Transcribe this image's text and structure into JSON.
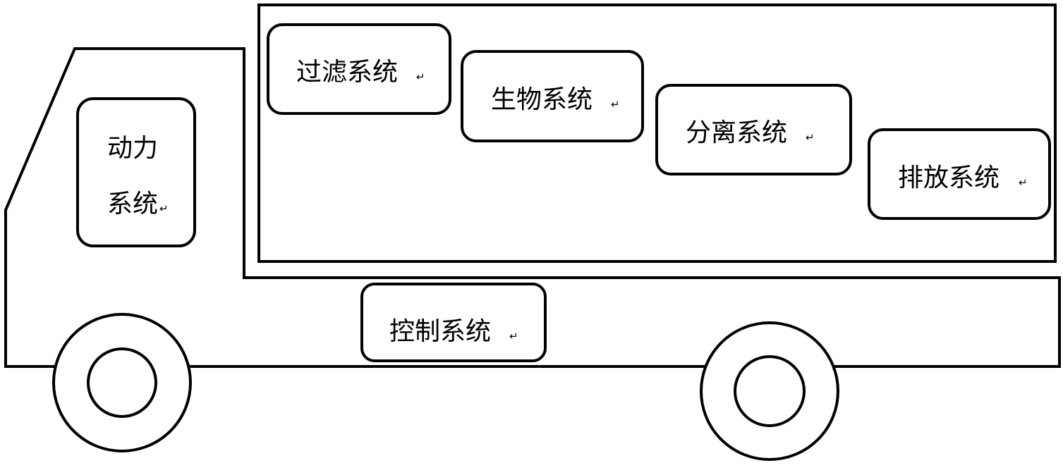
{
  "boxes": {
    "power": {
      "line1": "动力",
      "line2": "系统",
      "mark": "↵"
    },
    "filter": {
      "label": "过滤系统",
      "mark": "↵"
    },
    "bio": {
      "label": "生物系统",
      "mark": "↵"
    },
    "separation": {
      "label": "分离系统",
      "mark": "↵"
    },
    "discharge": {
      "label": "排放系统",
      "mark": "↵"
    },
    "control": {
      "label": "控制系统",
      "mark": "↵"
    }
  }
}
